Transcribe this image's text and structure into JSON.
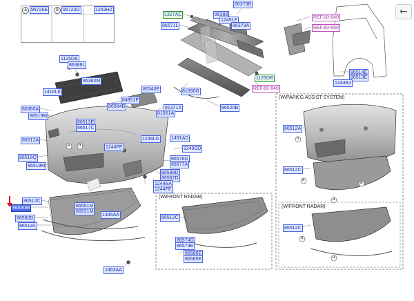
{
  "back_button": {
    "icon": "back-arrow-icon",
    "glyph": "←"
  },
  "legend": {
    "items": [
      {
        "letter": "a",
        "part": "95720E"
      },
      {
        "letter": "b",
        "part": "95720D"
      },
      {
        "letter": "",
        "part": "1243HZ"
      }
    ]
  },
  "sections": {
    "parking_assist": "(W/PARK'G ASSIST SYSTEM)",
    "front_radar_main": "(W/FRONT RADAR)",
    "front_radar_side": "(W/FRONT RADAR)"
  },
  "callouts": {
    "a": "a",
    "b": "b"
  },
  "labels": {
    "p1327AC": "1327AC",
    "p86571L": "86571L",
    "p86379B": "86379B",
    "p86388": "86388",
    "p1249LE": "1249LE",
    "p86379A": "86379A",
    "pREF60640a": "REF.60-640",
    "pREF60660": "REF.60-660",
    "p1125DE_top": "1125DE",
    "p86388L": "86388L",
    "p86360M": "86360M",
    "p1416LK": "1416LK",
    "p86360A": "86360A",
    "p86519M_a": "86519M",
    "p86513E": "86513E",
    "p86517C": "86517C",
    "p86512A": "86512A",
    "p86518Q": "86518Q",
    "p86519M_b": "86519M",
    "p86340E": "86340E",
    "p84851F": "84851F",
    "p86564B": "86564B",
    "p81690G": "81690G",
    "p81371A": "81371A",
    "p81561A": "81561A",
    "p86520B": "86520B",
    "p1125DB": "1125DB",
    "pREF60640b": "REF.60-640",
    "p86514E": "86514E",
    "p86513E_r": "86513E",
    "p1244BJ": "1244BJ",
    "p1244FE": "1244FE",
    "p1249LG": "1249LG",
    "p1491AD": "1491AD",
    "p1249SD": "1249SD",
    "p86576G": "86576G",
    "p86577A": "86577A",
    "p86588D": "86588D",
    "p86587D": "86587D",
    "p1244EA": "1244EA",
    "p1244FE_b": "1244FE",
    "p86512C": "86512C",
    "p86551M": "86551M",
    "p86531M": "86531M",
    "p86580D": "86580D",
    "p86511K": "86511K",
    "p1335AA": "1335AA",
    "p1463AA": "1463AA",
    "p86512C_radar": "86512C",
    "p86574G": "86574G",
    "p86573E": "86573E",
    "p86586E": "86586E",
    "p86585E": "86585E",
    "p86512A_park": "86512A",
    "p86512C_park": "86512C",
    "p86512C_radar2": "86512C",
    "highlighted": "86530M"
  }
}
